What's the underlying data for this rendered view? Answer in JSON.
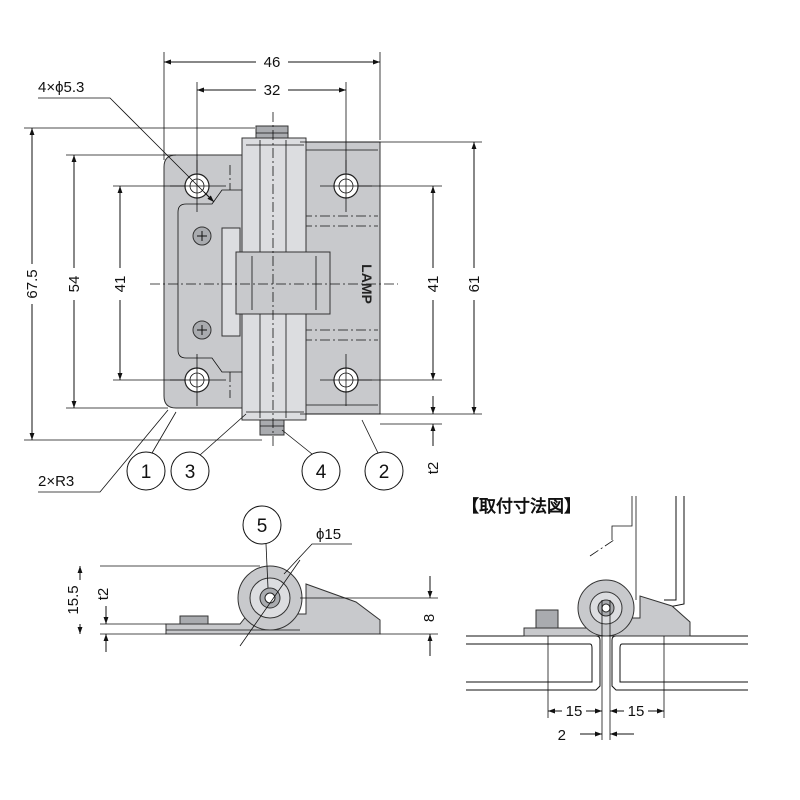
{
  "top_view": {
    "dim_width": "46",
    "dim_hole_pitch_h": "32",
    "dim_holes": "4×ϕ5.3",
    "dim_overall_height": "67.5",
    "dim_left_leaf_height": "54",
    "dim_left_hole_pitch_v": "41",
    "dim_right_hole_pitch_v": "41",
    "dim_right_leaf_height": "61",
    "dim_radius": "2×R3",
    "dim_thickness": "t2",
    "brand": "LAMP",
    "callouts": [
      "1",
      "3",
      "4",
      "2"
    ]
  },
  "side_view": {
    "callout": "5",
    "dim_diameter": "ϕ15",
    "dim_height": "15.5",
    "dim_thickness": "t2",
    "dim_height_right": "8"
  },
  "mount_view": {
    "title": "【取付寸法図】",
    "dim_left": "15",
    "dim_right": "15",
    "dim_gap": "2"
  }
}
